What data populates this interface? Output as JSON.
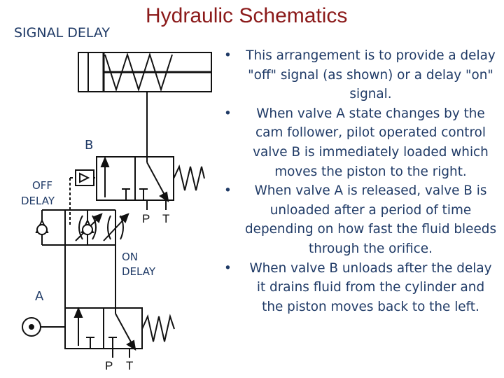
{
  "title": "Hydraulic Schematics",
  "subtitle": "SIGNAL DELAY",
  "diagram": {
    "label_b": "B",
    "label_off_delay_1": "OFF",
    "label_off_delay_2": "DELAY",
    "label_p_b": "P",
    "label_t_b": "T",
    "label_on_delay_1": "ON",
    "label_on_delay_2": "DELAY",
    "label_a": "A",
    "label_p_a": "P",
    "label_t_a": "T"
  },
  "bullets": [
    "This arrangement is to provide a delay \"off\" signal (as shown) or a delay \"on\" signal.",
    "When valve A state changes by the cam follower, pilot operated control valve B is immediately loaded which moves the piston to the right.",
    "When valve A is released, valve B is unloaded after a period of time depending on how fast the fluid bleeds through the orifice.",
    "When valve B unloads after the delay it drains fluid from the cylinder and the piston moves back to the left."
  ],
  "colors": {
    "title": "#8b1a1a",
    "text": "#1f3a66",
    "lines": "#111111"
  }
}
